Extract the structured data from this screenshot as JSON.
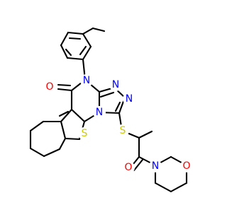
{
  "molecule": {
    "atoms": [
      {
        "id": "O1",
        "symbol": "O",
        "color": "#ff0000"
      },
      {
        "id": "N1",
        "symbol": "N",
        "color": "#0000ff"
      },
      {
        "id": "N2",
        "symbol": "N",
        "color": "#0000ff"
      },
      {
        "id": "N3",
        "symbol": "N",
        "color": "#0000ff"
      },
      {
        "id": "N4",
        "symbol": "N",
        "color": "#0000ff"
      },
      {
        "id": "S1",
        "symbol": "S",
        "color": "#cccc00"
      },
      {
        "id": "S2",
        "symbol": "S",
        "color": "#cccc00"
      },
      {
        "id": "O2",
        "symbol": "O",
        "color": "#ff0000"
      },
      {
        "id": "N5",
        "symbol": "N",
        "color": "#0000ff"
      },
      {
        "id": "O3",
        "symbol": "O",
        "color": "#ff0000"
      }
    ],
    "bond_color": "#000000",
    "background": "#ffffff"
  }
}
